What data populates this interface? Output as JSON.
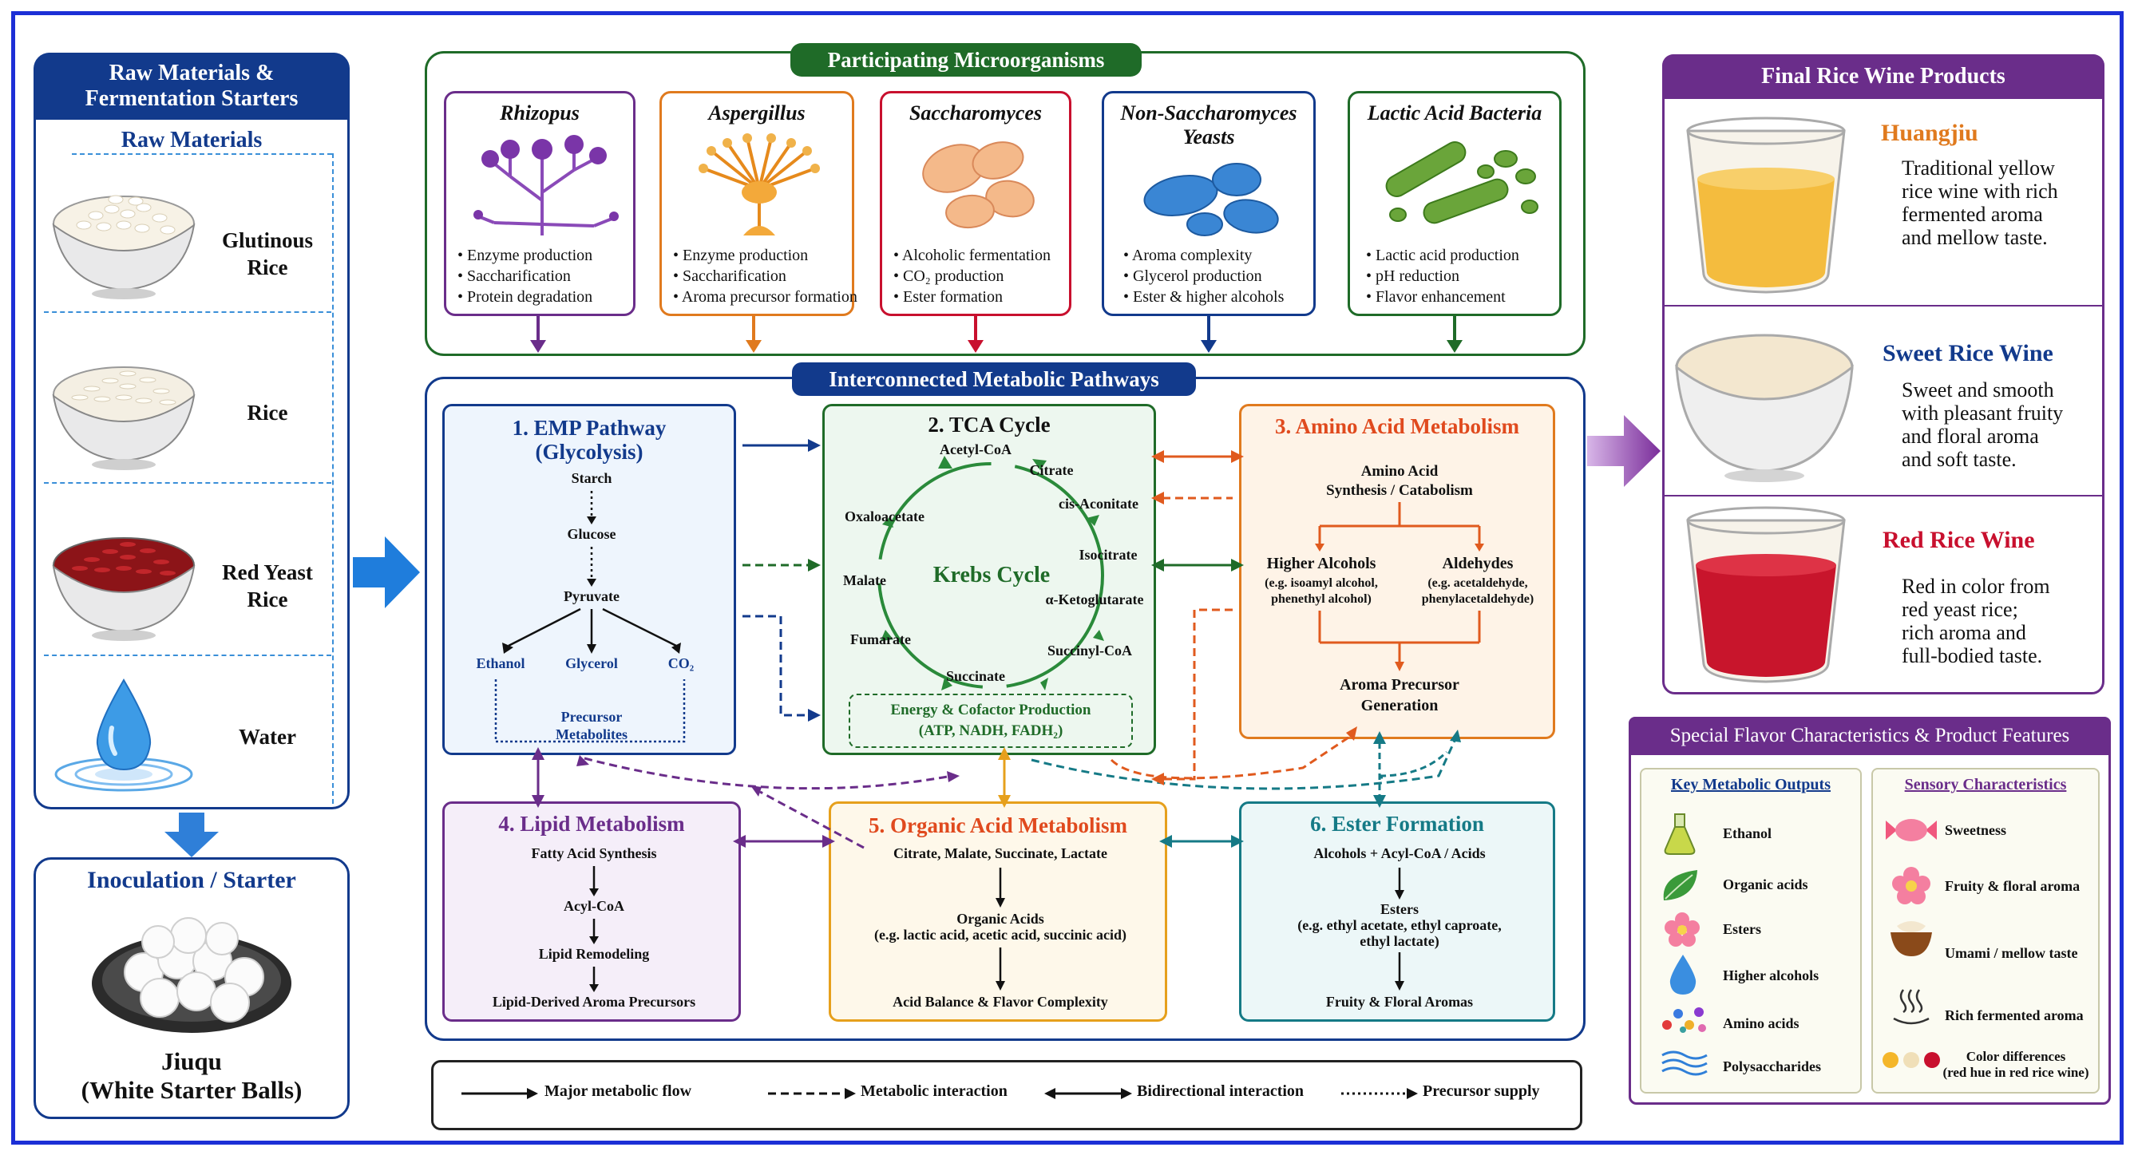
{
  "colors": {
    "frame": "#1c2fd6",
    "navy": "#123a8c",
    "green": "#1f6b28",
    "purple": "#6a2d8a",
    "orange": "#e07a1e",
    "teal": "#157a86",
    "red": "#c8102e"
  },
  "left": {
    "title": "Raw Materials &\nFermentation Starters",
    "raw_header": "Raw Materials",
    "items": [
      {
        "label": "Glutinous\nRice",
        "icon": "glutinous-rice-bowl-icon"
      },
      {
        "label": "Rice",
        "icon": "rice-bowl-icon"
      },
      {
        "label": "Red Yeast\nRice",
        "icon": "red-yeast-rice-bowl-icon"
      },
      {
        "label": "Water",
        "icon": "water-drop-icon"
      }
    ],
    "starter_title": "Inoculation / Starter",
    "starter_label": "Jiuqu\n(White Starter Balls)"
  },
  "micro": {
    "title": "Participating Microorganisms",
    "cards": [
      {
        "name": "Rhizopus",
        "bullets": [
          "• Enzyme production",
          "• Saccharification",
          "• Protein degradation"
        ],
        "icon": "rhizopus-icon"
      },
      {
        "name": "Aspergillus",
        "bullets": [
          "• Enzyme production",
          "• Saccharification",
          "• Aroma precursor formation"
        ],
        "icon": "aspergillus-icon"
      },
      {
        "name": "Saccharomyces",
        "bullets": [
          "• Alcoholic fermentation",
          "• CO₂ production",
          "• Ester formation"
        ],
        "icon": "saccharomyces-icon"
      },
      {
        "name": "Non-Saccharomyces\nYeasts",
        "bullets": [
          "• Aroma complexity",
          "• Glycerol production",
          "• Ester & higher alcohols"
        ],
        "icon": "non-saccharomyces-icon"
      },
      {
        "name": "Lactic Acid Bacteria",
        "bullets": [
          "• Lactic acid production",
          "• pH reduction",
          "• Flavor enhancement"
        ],
        "icon": "lactic-acid-bacteria-icon"
      }
    ]
  },
  "pathways": {
    "title": "Interconnected Metabolic Pathways",
    "emp": {
      "title": "1. EMP Pathway\n(Glycolysis)",
      "starch": "Starch",
      "glucose": "Glucose",
      "pyruvate": "Pyruvate",
      "ethanol": "Ethanol",
      "glycerol": "Glycerol",
      "co2": "CO₂",
      "precursor": "Precursor\nMetabolites"
    },
    "tca": {
      "title": "2. TCA Cycle",
      "center": "Krebs Cycle",
      "acetyl": "Acetyl-CoA",
      "citrate": "Citrate",
      "cis": "cis-Aconitate",
      "isocitrate": "Isocitrate",
      "akg": "α-Ketoglutarate",
      "succoa": "Succinyl-CoA",
      "succinate": "Succinate",
      "fumarate": "Fumarate",
      "malate": "Malate",
      "oxalo": "Oxaloacetate",
      "energy": "Energy & Cofactor Production\n(ATP, NADH, FADH₂)"
    },
    "amino": {
      "title": "3. Amino Acid Metabolism",
      "top": "Amino Acid\nSynthesis / Catabolism",
      "left": "Higher Alcohols",
      "left_sub": "(e.g. isoamyl alcohol,\nphenethyl alcohol)",
      "right": "Aldehydes",
      "right_sub": "(e.g. acetaldehyde,\nphenylacetaldehyde)",
      "bottom": "Aroma Precursor\nGeneration"
    },
    "lipid": {
      "title": "4. Lipid Metabolism",
      "s1": "Fatty Acid Synthesis",
      "s2": "Acyl-CoA",
      "s3": "Lipid Remodeling",
      "s4": "Lipid-Derived Aroma Precursors"
    },
    "organic": {
      "title": "5. Organic Acid Metabolism",
      "s1": "Citrate, Malate, Succinate, Lactate",
      "s2": "Organic Acids\n(e.g. lactic acid, acetic acid, succinic acid)",
      "s3": "Acid Balance & Flavor Complexity"
    },
    "ester": {
      "title": "6. Ester Formation",
      "s1": "Alcohols + Acyl-CoA / Acids",
      "s2": "Esters\n(e.g. ethyl acetate, ethyl caproate,\nethyl lactate)",
      "s3": "Fruity & Floral Aromas"
    }
  },
  "legend": [
    "Major metabolic flow",
    "Metabolic interaction",
    "Bidirectional interaction",
    "Precursor supply"
  ],
  "products": {
    "title": "Final Rice Wine Products",
    "items": [
      {
        "name": "Huangjiu",
        "desc": "Traditional yellow\nrice wine with rich\nfermented aroma\nand mellow taste.",
        "color": "#e07a1e",
        "liquid": "#f4bc3e"
      },
      {
        "name": "Sweet Rice Wine",
        "desc": "Sweet and smooth\nwith pleasant fruity\nand floral aroma\nand soft taste.",
        "color": "#123a8c",
        "liquid": "#f3e7cf"
      },
      {
        "name": "Red Rice Wine",
        "desc": "Red in color from\nred yeast rice;\nrich aroma and\nfull-bodied taste.",
        "color": "#c8102e",
        "liquid": "#c8152c"
      }
    ]
  },
  "flavor": {
    "title": "Special Flavor Characteristics & Product Features",
    "key_title": "Key Metabolic Outputs",
    "key": [
      {
        "label": "Ethanol",
        "icon": "flask-icon"
      },
      {
        "label": "Organic acids",
        "icon": "leaf-icon"
      },
      {
        "label": "Esters",
        "icon": "flower-icon"
      },
      {
        "label": "Higher alcohols",
        "icon": "drop-icon"
      },
      {
        "label": "Amino acids",
        "icon": "molecule-dots-icon"
      },
      {
        "label": "Polysaccharides",
        "icon": "waves-icon"
      }
    ],
    "sensory_title": "Sensory Characteristics",
    "sensory": [
      {
        "label": "Sweetness",
        "icon": "candy-icon"
      },
      {
        "label": "Fruity & floral aroma",
        "icon": "flower-icon"
      },
      {
        "label": "Umami / mellow taste",
        "icon": "bowl-icon"
      },
      {
        "label": "Rich fermented aroma",
        "icon": "steam-cup-icon"
      },
      {
        "label": "Color differences\n(red hue in red rice wine)",
        "icon": "color-dots-icon"
      }
    ]
  }
}
